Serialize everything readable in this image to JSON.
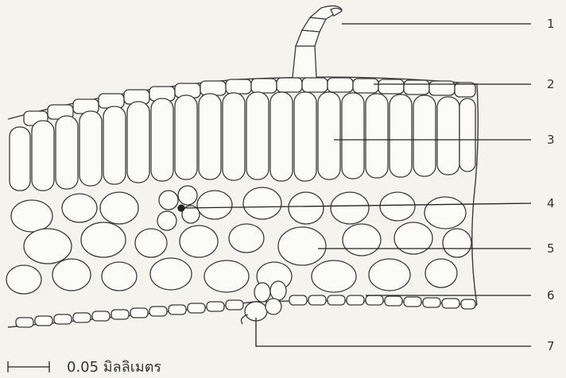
{
  "callouts": [
    {
      "number": "1",
      "part": "trichome"
    },
    {
      "number": "2",
      "part": "upper-epidermis"
    },
    {
      "number": "3",
      "part": "palisade-mesophyll"
    },
    {
      "number": "4",
      "part": "vascular-bundle"
    },
    {
      "number": "5",
      "part": "spongy-mesophyll"
    },
    {
      "number": "6",
      "part": "lower-epidermis"
    },
    {
      "number": "7",
      "part": "guard-cell-stoma"
    }
  ],
  "scale_bar": {
    "label": "0.05 มิลลิเมตร"
  },
  "colors": {
    "background": "#f4f3ee",
    "ink": "#3a3a3a",
    "cell_fill": "#fbfbf8"
  }
}
